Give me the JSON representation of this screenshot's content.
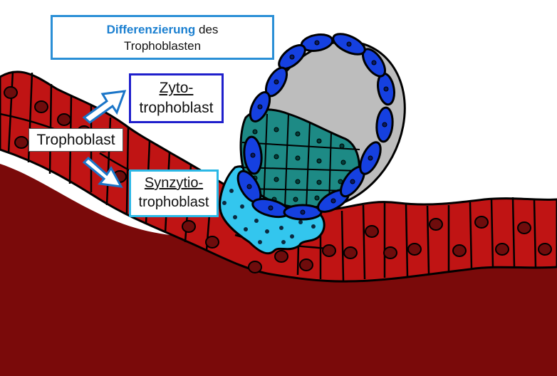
{
  "title": {
    "highlight": "Differenzierung",
    "rest_line1": " des",
    "line2": "Trophoblasten"
  },
  "zyto": {
    "line1": "Zyto-",
    "line2": "trophoblast"
  },
  "synzytio": {
    "line1": "Synzytio-",
    "line2": "trophoblast"
  },
  "trophoblast_label": "Trophoblast",
  "colors": {
    "tissue_dark": "#7a0a0a",
    "cell_red": "#c01414",
    "nucleus": "#6e0c0c",
    "cytotrophoblast_blue": "#1540e0",
    "inner_cell_mass_teal": "#1d8a85",
    "syncytiotrophoblast_cyan": "#33c6ee",
    "blastocoel_gray": "#bdbdbd",
    "title_border": "#2a8fd6",
    "zyto_border": "#1f1fcc",
    "synzytio_border": "#2bb8e6"
  }
}
